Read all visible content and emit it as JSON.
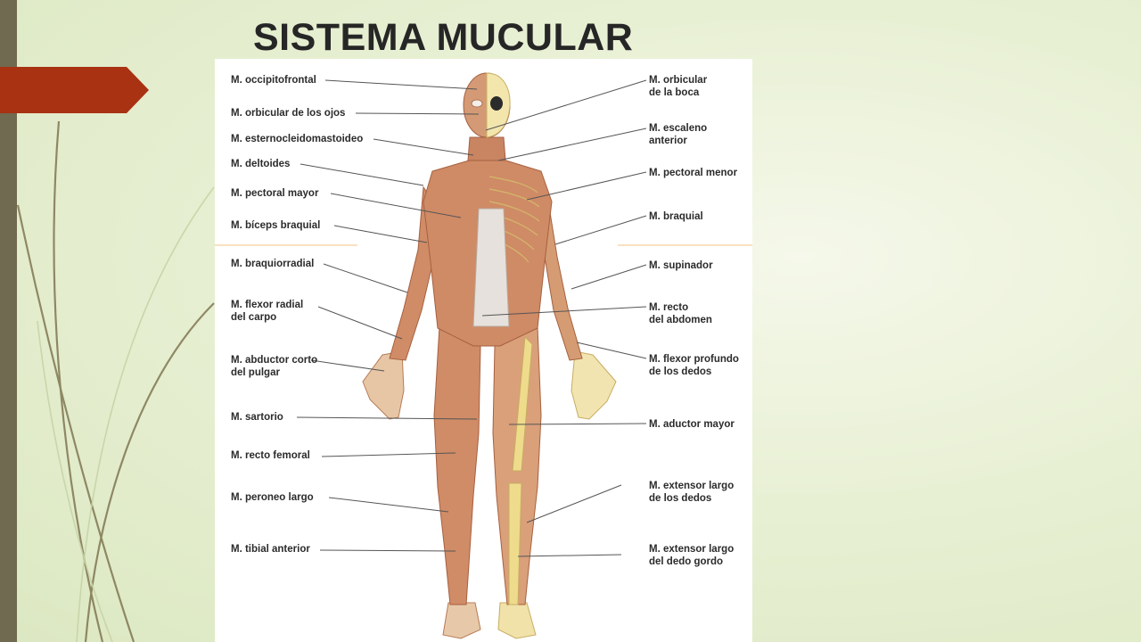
{
  "slide": {
    "title": "SISTEMA MUCULAR",
    "colors": {
      "accent_red": "#a83212",
      "bar": "#6f6a50",
      "muscle": "#cf8a66",
      "bone": "#ecd88a"
    }
  },
  "figure": {
    "left_labels": [
      {
        "lines": [
          "M. occipitofrontal"
        ]
      },
      {
        "lines": [
          "M. orbicular de los ojos"
        ]
      },
      {
        "lines": [
          "M. esternocleidomastoideo"
        ]
      },
      {
        "lines": [
          "M. deltoides"
        ]
      },
      {
        "lines": [
          "M. pectoral mayor"
        ]
      },
      {
        "lines": [
          "M. bíceps braquial"
        ]
      },
      {
        "lines": [
          "M. braquiorradial"
        ]
      },
      {
        "lines": [
          "M. flexor radial",
          "del carpo"
        ]
      },
      {
        "lines": [
          "M. abductor corto",
          "del pulgar"
        ]
      },
      {
        "lines": [
          "M. sartorio"
        ]
      },
      {
        "lines": [
          "M. recto femoral"
        ]
      },
      {
        "lines": [
          "M. peroneo largo"
        ]
      },
      {
        "lines": [
          "M. tibial anterior"
        ]
      }
    ],
    "right_labels": [
      {
        "lines": [
          "M. orbicular",
          "de la boca"
        ]
      },
      {
        "lines": [
          "M. escaleno",
          "anterior"
        ]
      },
      {
        "lines": [
          "M. pectoral menor"
        ]
      },
      {
        "lines": [
          "M. braquial"
        ]
      },
      {
        "lines": [
          "M. supinador"
        ]
      },
      {
        "lines": [
          "M. recto",
          "del abdomen"
        ]
      },
      {
        "lines": [
          "M. flexor profundo",
          "de los dedos"
        ]
      },
      {
        "lines": [
          "M. aductor mayor"
        ]
      },
      {
        "lines": [
          "M. extensor largo",
          "de los dedos"
        ]
      },
      {
        "lines": [
          "M. extensor largo",
          "del dedo gordo"
        ]
      }
    ]
  }
}
